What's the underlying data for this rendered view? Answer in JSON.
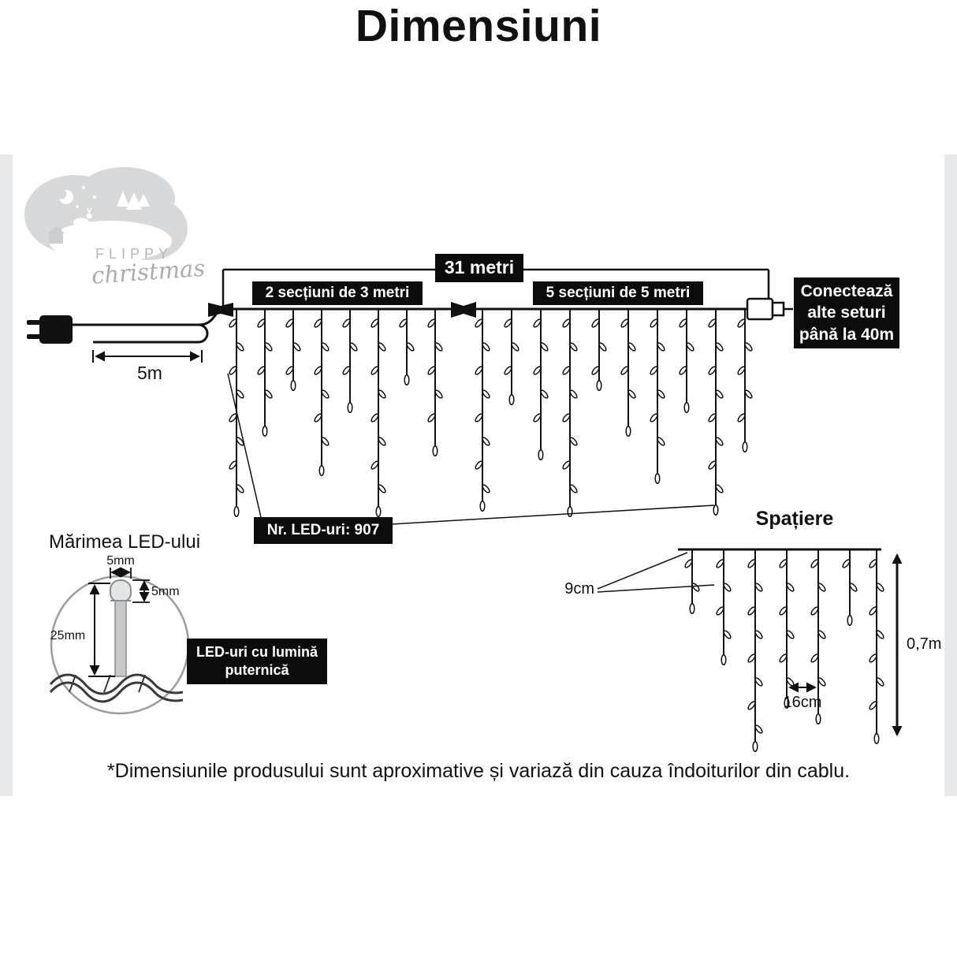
{
  "title": "Dimensiuni",
  "logo": {
    "name": "FLIPPY",
    "script": "christmas"
  },
  "curtain": {
    "total": "31 metri",
    "left_section": "2 secțiuni de 3 metri",
    "right_section": "5 secțiuni de 5 metri",
    "lead": "5m",
    "connect_note": "Conectează\nalte seturi\npână la 40m",
    "led_count": "Nr. LED-uri: 907"
  },
  "led": {
    "heading": "Mărimea LED-ului",
    "width": "5mm",
    "head_height": "5mm",
    "total_height": "25mm",
    "note": "LED-uri cu lumină\nputernică"
  },
  "spacing": {
    "heading": "Spațiere",
    "drop_offset": "9cm",
    "drop_gap": "16cm",
    "height": "0,7m"
  },
  "footer": "*Dimensiunile produsului sunt aproximative și variază din cauza îndoiturilor din cablu."
}
